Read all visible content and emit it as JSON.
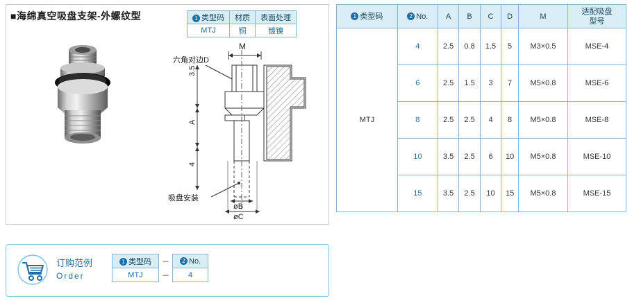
{
  "title": "■海绵真空吸盘支架-外螺纹型",
  "mini_table": {
    "headers": [
      "①类型码",
      "材质",
      "表面处理"
    ],
    "row": [
      "MTJ",
      "铜",
      "镀镍"
    ]
  },
  "drawing": {
    "labels": {
      "hex": "六角对边D",
      "m": "M",
      "dim_35": "3.5",
      "dim_a": "A",
      "dim_4": "4",
      "phi_b": "øB",
      "phi_c": "øC",
      "mount": "吸盘安装"
    }
  },
  "main_table": {
    "headers": [
      "①类型码",
      "②No.",
      "A",
      "B",
      "C",
      "D",
      "M",
      "适配吸盘\n型号"
    ],
    "header_parts": {
      "type_code": "类型码",
      "no": "No.",
      "a": "A",
      "b": "B",
      "c": "C",
      "d": "D",
      "m": "M",
      "fit_line1": "适配吸盘",
      "fit_line2": "型号"
    },
    "type_code": "MTJ",
    "rows": [
      {
        "no": "4",
        "a": "2.5",
        "b": "0.8",
        "c": "1.5",
        "d": "5",
        "m": "M3×0.5",
        "fit": "MSE-4"
      },
      {
        "no": "6",
        "a": "2.5",
        "b": "1.5",
        "c": "3",
        "d": "7",
        "m": "M5×0.8",
        "fit": "MSE-6"
      },
      {
        "no": "8",
        "a": "2.5",
        "b": "2.5",
        "c": "4",
        "d": "8",
        "m": "M5×0.8",
        "fit": "MSE-8"
      },
      {
        "no": "10",
        "a": "3.5",
        "b": "2.5",
        "c": "6",
        "d": "10",
        "m": "M5×0.8",
        "fit": "MSE-10"
      },
      {
        "no": "15",
        "a": "3.5",
        "b": "2.5",
        "c": "10",
        "d": "15",
        "m": "M5×0.8",
        "fit": "MSE-15"
      }
    ]
  },
  "order": {
    "label_cn": "订购范例",
    "label_en": "Order",
    "headers": [
      "①类型码",
      "②No."
    ],
    "dash": "－",
    "values": [
      "MTJ",
      "4"
    ]
  },
  "colors": {
    "accent": "#1a6fa8",
    "table_header_bg": "#d9edf5",
    "table_border": "#8ab4cf"
  }
}
